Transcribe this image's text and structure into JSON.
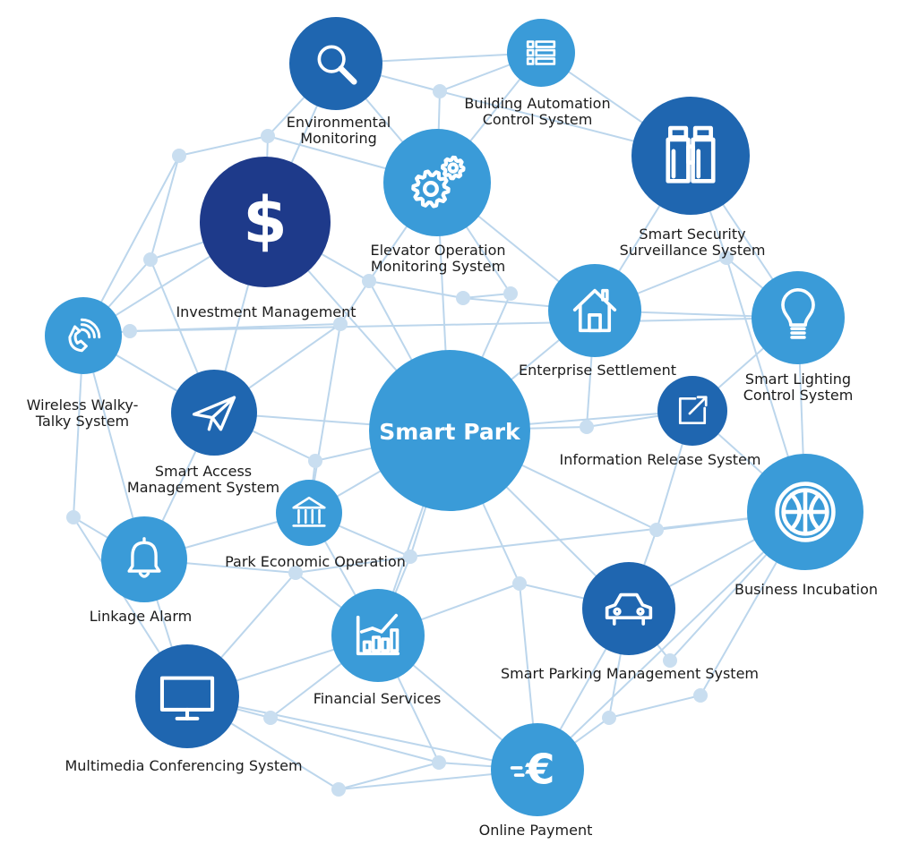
{
  "center": {
    "label": "Smart Park"
  },
  "colors": {
    "light": "#3a9bd8",
    "mid": "#1f66b0",
    "dark": "#1e3a8a",
    "line": "#bcd6ec",
    "dot": "#c9def0"
  },
  "nodes": [
    {
      "id": "environmental-monitoring",
      "label": "Environmental\nMonitoring",
      "icon": "magnifier-icon"
    },
    {
      "id": "building-automation",
      "label": "Building Automation\nControl System",
      "icon": "list-icon"
    },
    {
      "id": "smart-security",
      "label": "Smart Security\nSurveillance System",
      "icon": "binoculars-icon"
    },
    {
      "id": "elevator-operation",
      "label": "Elevator Operation\nMonitoring System",
      "icon": "gears-icon"
    },
    {
      "id": "investment-management",
      "label": "Investment Management",
      "icon": "dollar-icon"
    },
    {
      "id": "enterprise-settlement",
      "label": "Enterprise Settlement",
      "icon": "house-icon"
    },
    {
      "id": "smart-lighting",
      "label": "Smart Lighting\nControl System",
      "icon": "light-bulb-icon"
    },
    {
      "id": "wireless-walky-talky",
      "label": "Wireless Walky-\nTalky System",
      "icon": "phone-signal-icon"
    },
    {
      "id": "information-release",
      "label": "Information Release System",
      "icon": "edit-arrow-icon"
    },
    {
      "id": "smart-access",
      "label": "Smart Access\nManagement System",
      "icon": "paper-plane-icon"
    },
    {
      "id": "park-economic",
      "label": "Park Economic Operation",
      "icon": "bank-icon"
    },
    {
      "id": "business-incubation",
      "label": "Business Incubation",
      "icon": "ball-icon"
    },
    {
      "id": "linkage-alarm",
      "label": "Linkage Alarm",
      "icon": "bell-icon"
    },
    {
      "id": "financial-services",
      "label": "Financial Services",
      "icon": "bar-chart-icon"
    },
    {
      "id": "smart-parking",
      "label": "Smart Parking Management System",
      "icon": "car-icon"
    },
    {
      "id": "multimedia-conferencing",
      "label": "Multimedia Conferencing System",
      "icon": "monitor-icon"
    },
    {
      "id": "online-payment",
      "label": "Online Payment",
      "icon": "euro-icon"
    }
  ]
}
